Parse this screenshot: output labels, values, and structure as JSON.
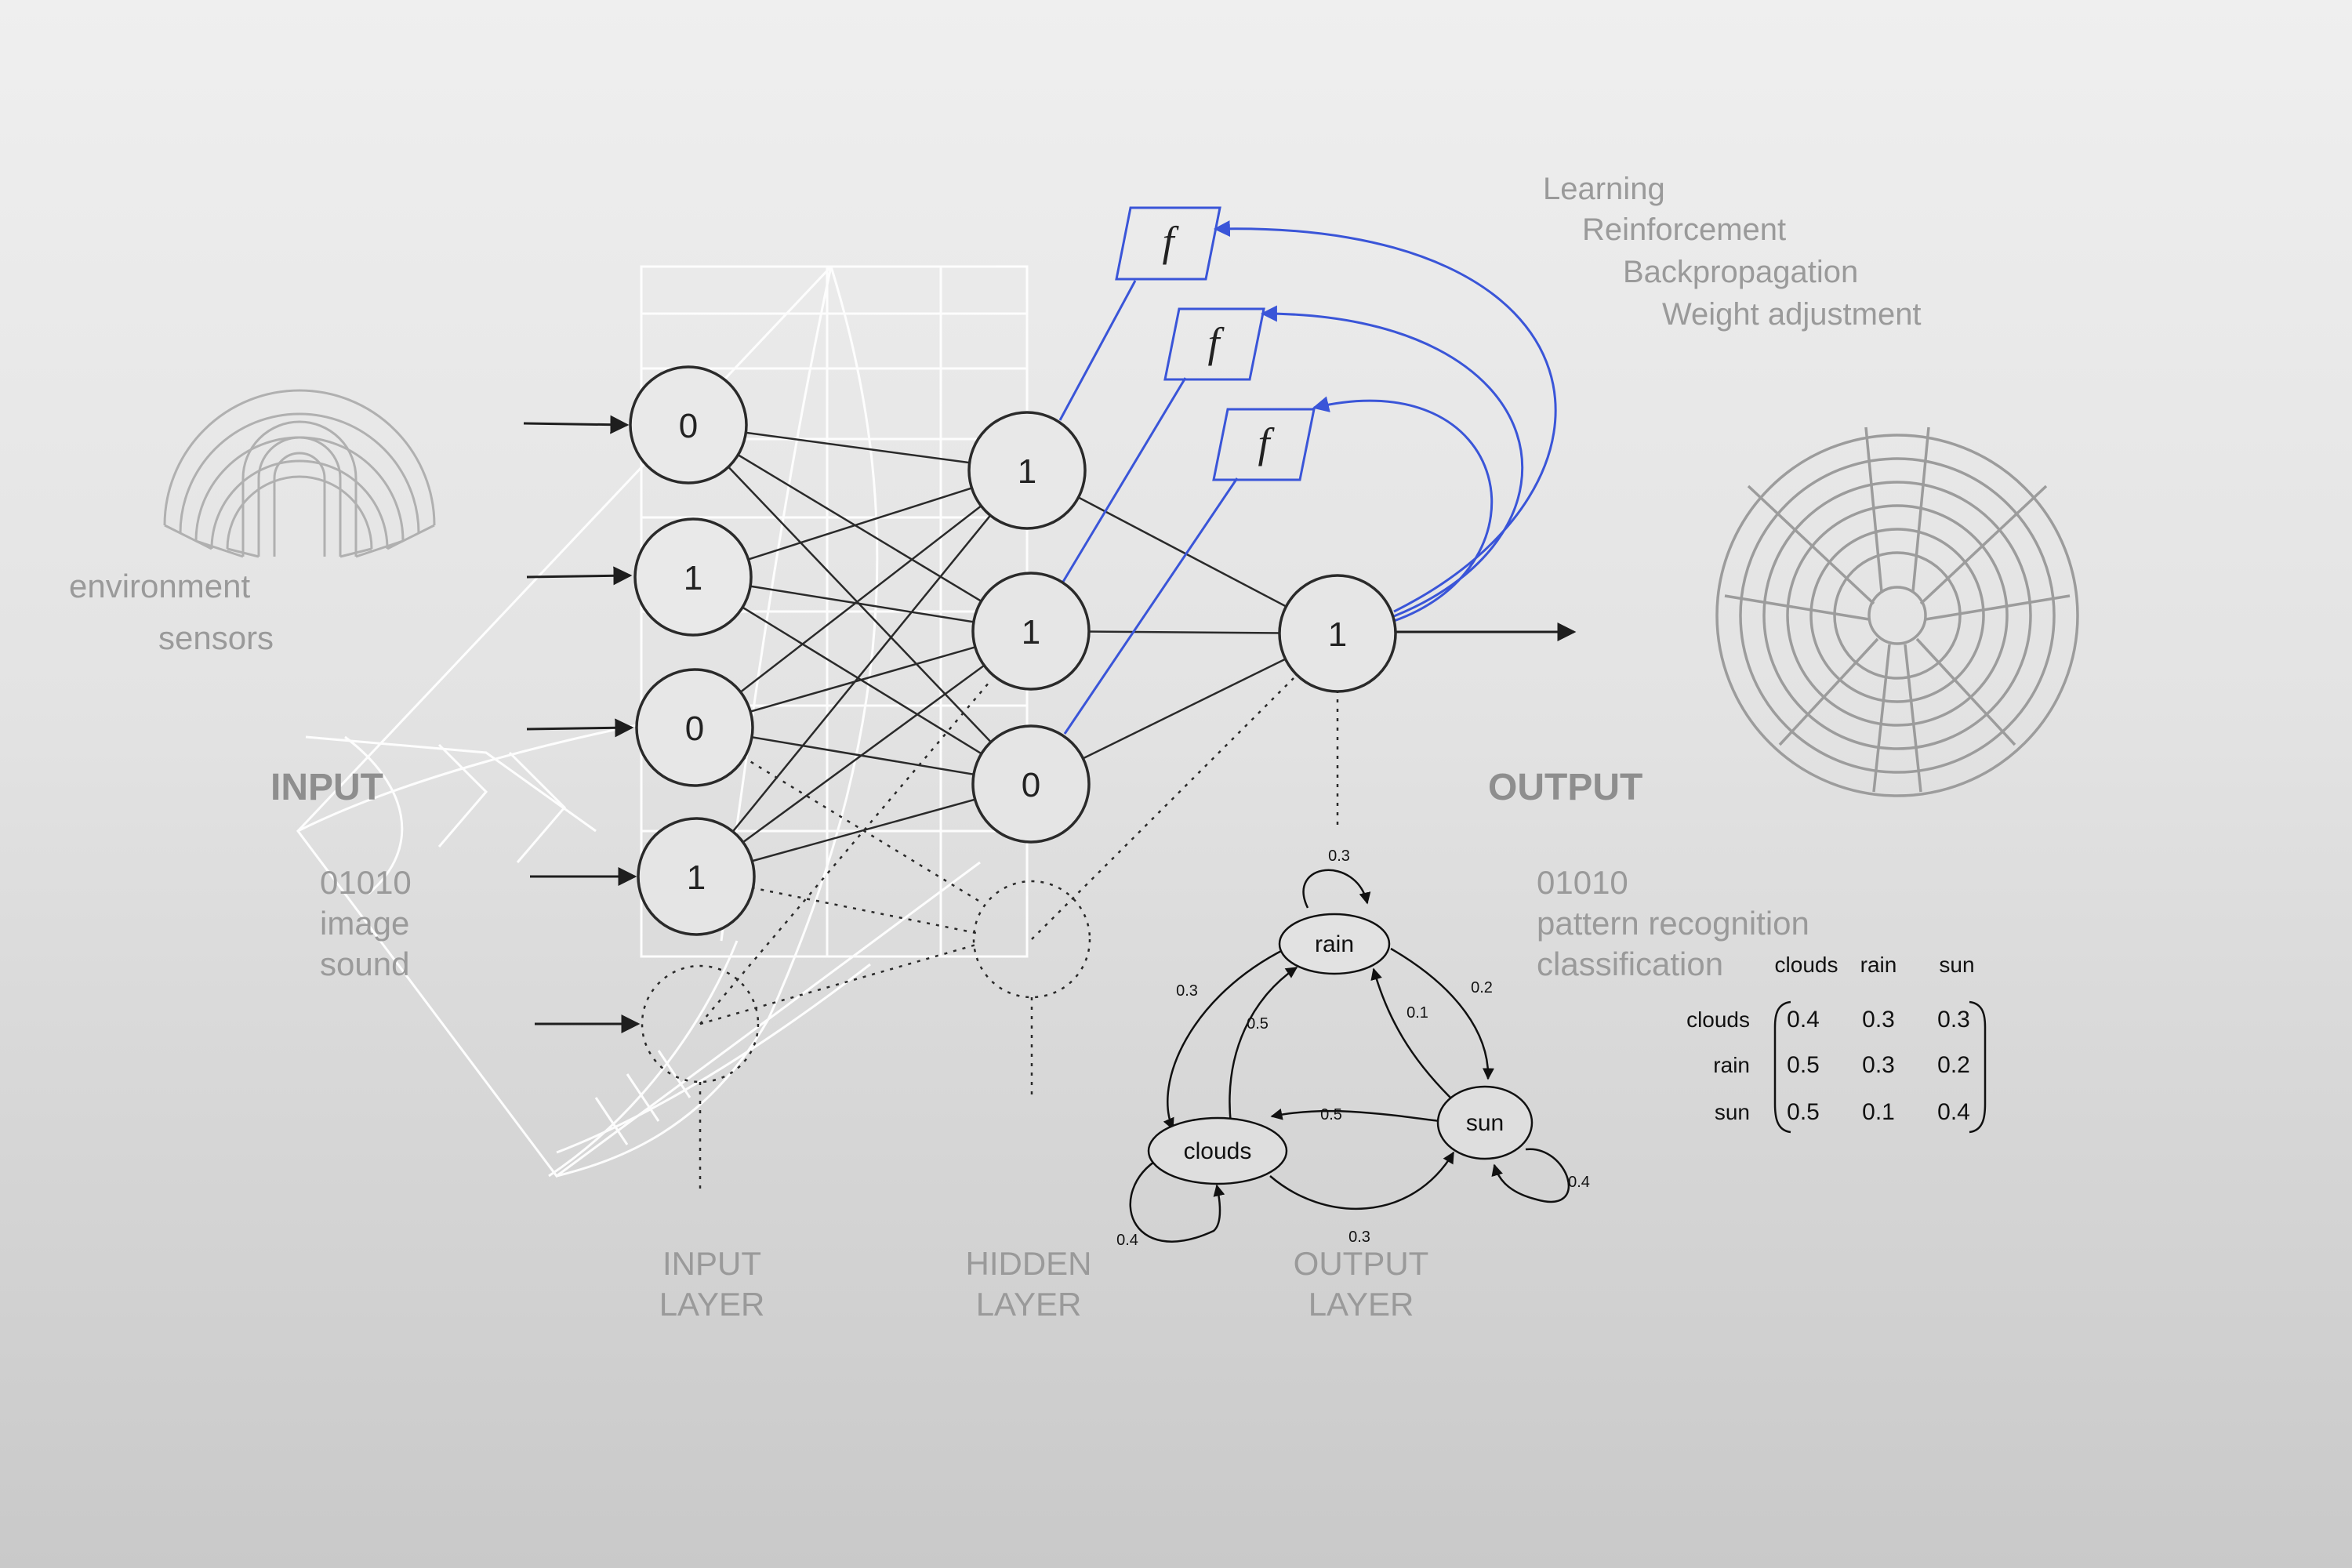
{
  "left_labels": {
    "environment": "environment",
    "sensors": "sensors",
    "input_heading": "INPUT",
    "input_code": "01010",
    "input_image": "image",
    "input_sound": "sound"
  },
  "right_labels": {
    "output_heading": "OUTPUT",
    "output_code": "01010",
    "pattern_recognition": "pattern recognition",
    "classification": "classification"
  },
  "learning_labels": [
    "Learning",
    "Reinforcement",
    "Backpropagation",
    "Weight adjustment"
  ],
  "layer_labels": {
    "input_1": "INPUT",
    "input_2": "LAYER",
    "hidden_1": "HIDDEN",
    "hidden_2": "LAYER",
    "output_1": "OUTPUT",
    "output_2": "LAYER"
  },
  "network": {
    "input_nodes": [
      "0",
      "1",
      "0",
      "1"
    ],
    "hidden_nodes": [
      "1",
      "1",
      "0"
    ],
    "output_node": "1",
    "function_symbol": "f"
  },
  "markov": {
    "states": [
      "rain",
      "clouds",
      "sun"
    ],
    "edges": {
      "rain_rain": "0.3",
      "rain_clouds": "0.3",
      "clouds_rain": "0.5",
      "rain_sun": "0.2",
      "sun_rain": "0.1",
      "sun_clouds": "0.5",
      "clouds_sun": "0.3",
      "clouds_clouds": "0.4",
      "sun_sun": "0.4"
    }
  },
  "matrix": {
    "col_headers": [
      "clouds",
      "rain",
      "sun"
    ],
    "row_headers": [
      "clouds",
      "rain",
      "sun"
    ],
    "rows": [
      [
        "0.4",
        "0.3",
        "0.3"
      ],
      [
        "0.5",
        "0.3",
        "0.2"
      ],
      [
        "0.5",
        "0.1",
        "0.4"
      ]
    ]
  },
  "colors": {
    "feedback_blue": "#3a55d8",
    "node_stroke": "#2a2a2a",
    "label_gray": "#9a9a9a",
    "sketch_white": "#ffffff",
    "labyrinth_gray": "#9c9c9c"
  }
}
